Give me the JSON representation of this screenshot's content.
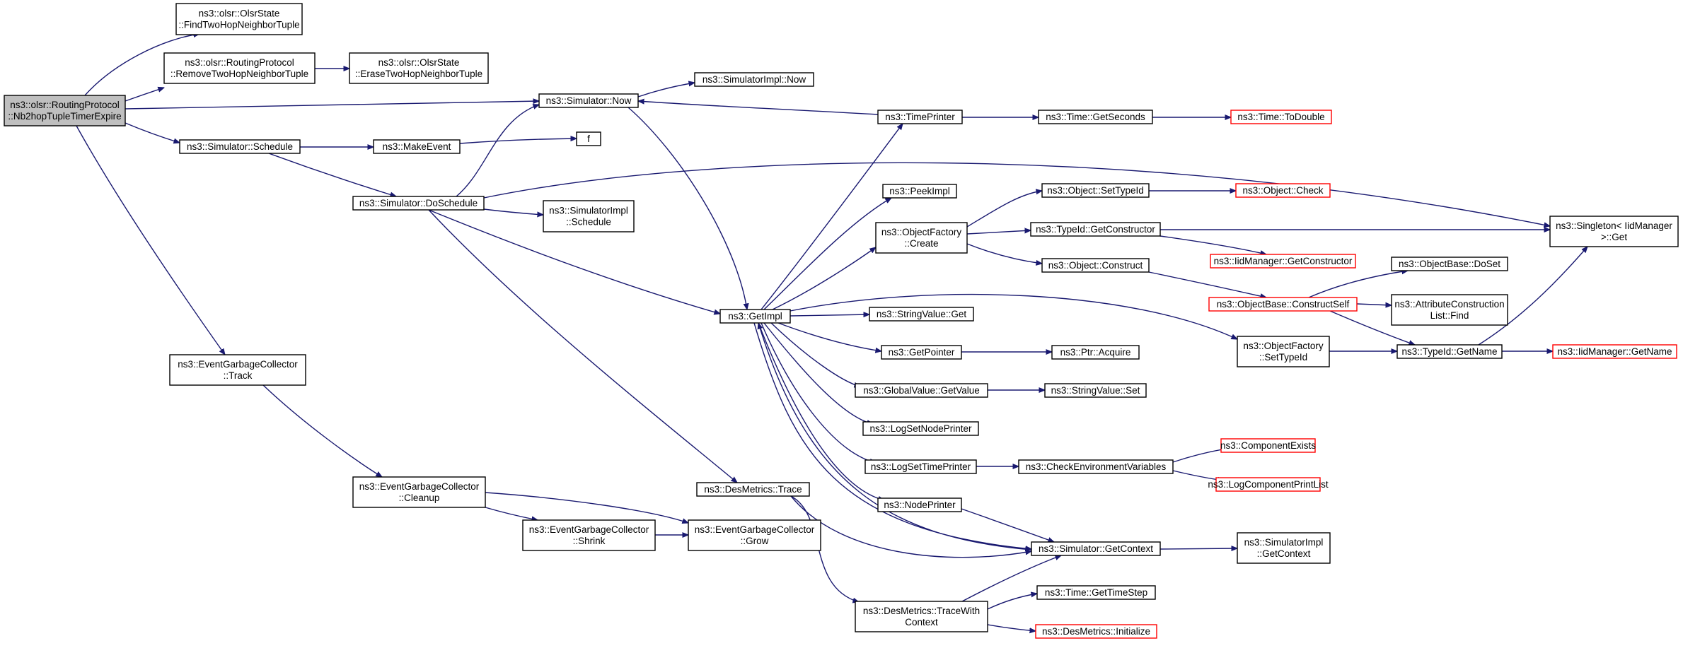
{
  "colors": {
    "edge": "#191970",
    "root_fill": "#bfbfbf",
    "red_border": "#ff0000",
    "border": "#000000"
  },
  "nodes": [
    {
      "id": "root",
      "lines": [
        "ns3::olsr::RoutingProtocol",
        "::Nb2hopTupleTimerExpire"
      ],
      "style": "root"
    },
    {
      "id": "findtwohop",
      "lines": [
        "ns3::olsr::OlsrState",
        "::FindTwoHopNeighborTuple"
      ]
    },
    {
      "id": "removetwohop",
      "lines": [
        "ns3::olsr::RoutingProtocol",
        "::RemoveTwoHopNeighborTuple"
      ]
    },
    {
      "id": "erasetwohop",
      "lines": [
        "ns3::olsr::OlsrState",
        "::EraseTwoHopNeighborTuple"
      ]
    },
    {
      "id": "simnow",
      "lines": [
        "ns3::Simulator::Now"
      ]
    },
    {
      "id": "simimplnow",
      "lines": [
        "ns3::SimulatorImpl::Now"
      ]
    },
    {
      "id": "simschedule",
      "lines": [
        "ns3::Simulator::Schedule"
      ]
    },
    {
      "id": "makeevent",
      "lines": [
        "ns3::MakeEvent"
      ]
    },
    {
      "id": "f",
      "lines": [
        "f"
      ]
    },
    {
      "id": "dosched",
      "lines": [
        "ns3::Simulator::DoSchedule"
      ]
    },
    {
      "id": "simimplsched",
      "lines": [
        "ns3::SimulatorImpl",
        "::Schedule"
      ]
    },
    {
      "id": "timeprinter",
      "lines": [
        "ns3::TimePrinter"
      ]
    },
    {
      "id": "getseconds",
      "lines": [
        "ns3::Time::GetSeconds"
      ]
    },
    {
      "id": "todouble",
      "lines": [
        "ns3::Time::ToDouble"
      ],
      "style": "red"
    },
    {
      "id": "peekimpl",
      "lines": [
        "ns3::PeekImpl"
      ]
    },
    {
      "id": "objfactcreate",
      "lines": [
        "ns3::ObjectFactory",
        "::Create"
      ]
    },
    {
      "id": "settypeid",
      "lines": [
        "ns3::Object::SetTypeId"
      ]
    },
    {
      "id": "objcheck",
      "lines": [
        "ns3::Object::Check"
      ],
      "style": "red"
    },
    {
      "id": "getconstructor",
      "lines": [
        "ns3::TypeId::GetConstructor"
      ]
    },
    {
      "id": "iidgetconstructor",
      "lines": [
        "ns3::IidManager::GetConstructor"
      ],
      "style": "red"
    },
    {
      "id": "singleton",
      "lines": [
        "ns3::Singleton< IidManager",
        ">::Get"
      ]
    },
    {
      "id": "objconstruct",
      "lines": [
        "ns3::Object::Construct"
      ]
    },
    {
      "id": "getimpl",
      "lines": [
        "ns3::GetImpl"
      ]
    },
    {
      "id": "stringvalueget",
      "lines": [
        "ns3::StringValue::Get"
      ]
    },
    {
      "id": "getpointer",
      "lines": [
        "ns3::GetPointer"
      ]
    },
    {
      "id": "ptracquire",
      "lines": [
        "ns3::Ptr::Acquire"
      ]
    },
    {
      "id": "globalgetvalue",
      "lines": [
        "ns3::GlobalValue::GetValue"
      ]
    },
    {
      "id": "stringvalueset",
      "lines": [
        "ns3::StringValue::Set"
      ]
    },
    {
      "id": "logsetnode",
      "lines": [
        "ns3::LogSetNodePrinter"
      ]
    },
    {
      "id": "logsettime",
      "lines": [
        "ns3::LogSetTimePrinter"
      ]
    },
    {
      "id": "checkenv",
      "lines": [
        "ns3::CheckEnvironmentVariables"
      ]
    },
    {
      "id": "compexists",
      "lines": [
        "ns3::ComponentExists"
      ],
      "style": "red"
    },
    {
      "id": "logcomplist",
      "lines": [
        "ns3::LogComponentPrintList"
      ],
      "style": "red"
    },
    {
      "id": "nodeprinter",
      "lines": [
        "ns3::NodePrinter"
      ]
    },
    {
      "id": "objbasedoset",
      "lines": [
        "ns3::ObjectBase::DoSet"
      ]
    },
    {
      "id": "constructself",
      "lines": [
        "ns3::ObjectBase::ConstructSelf"
      ],
      "style": "red"
    },
    {
      "id": "attrconstfind",
      "lines": [
        "ns3::AttributeConstruction",
        "List::Find"
      ]
    },
    {
      "id": "objfactsettypeid",
      "lines": [
        "ns3::ObjectFactory",
        "::SetTypeId"
      ]
    },
    {
      "id": "typeidgetname",
      "lines": [
        "ns3::TypeId::GetName"
      ]
    },
    {
      "id": "iidgetname",
      "lines": [
        "ns3::IidManager::GetName"
      ],
      "style": "red"
    },
    {
      "id": "egctrack",
      "lines": [
        "ns3::EventGarbageCollector",
        "::Track"
      ]
    },
    {
      "id": "egccleanup",
      "lines": [
        "ns3::EventGarbageCollector",
        "::Cleanup"
      ]
    },
    {
      "id": "egcshrink",
      "lines": [
        "ns3::EventGarbageCollector",
        "::Shrink"
      ]
    },
    {
      "id": "egcgrow",
      "lines": [
        "ns3::EventGarbageCollector",
        "::Grow"
      ]
    },
    {
      "id": "desmetricstrace",
      "lines": [
        "ns3::DesMetrics::Trace"
      ]
    },
    {
      "id": "simgetcontext",
      "lines": [
        "ns3::Simulator::GetContext"
      ]
    },
    {
      "id": "simimplgetcontext",
      "lines": [
        "ns3::SimulatorImpl",
        "::GetContext"
      ]
    },
    {
      "id": "tracewithcontext",
      "lines": [
        "ns3::DesMetrics::TraceWith",
        "Context"
      ]
    },
    {
      "id": "gettimestep",
      "lines": [
        "ns3::Time::GetTimeStep"
      ]
    },
    {
      "id": "desmetricsinit",
      "lines": [
        "ns3::DesMetrics::Initialize"
      ],
      "style": "red"
    }
  ],
  "edges": [
    {
      "from": "root",
      "to": "findtwohop"
    },
    {
      "from": "root",
      "to": "removetwohop"
    },
    {
      "from": "root",
      "to": "simnow"
    },
    {
      "from": "root",
      "to": "simschedule"
    },
    {
      "from": "root",
      "to": "egctrack"
    },
    {
      "from": "removetwohop",
      "to": "erasetwohop"
    },
    {
      "from": "simnow",
      "to": "simimplnow"
    },
    {
      "from": "simnow",
      "to": "getimpl"
    },
    {
      "from": "simschedule",
      "to": "makeevent"
    },
    {
      "from": "simschedule",
      "to": "dosched"
    },
    {
      "from": "makeevent",
      "to": "f"
    },
    {
      "from": "dosched",
      "to": "simnow"
    },
    {
      "from": "dosched",
      "to": "singleton"
    },
    {
      "from": "dosched",
      "to": "simimplsched"
    },
    {
      "from": "dosched",
      "to": "getimpl"
    },
    {
      "from": "dosched",
      "to": "desmetricstrace"
    },
    {
      "from": "timeprinter",
      "to": "simnow"
    },
    {
      "from": "timeprinter",
      "to": "getseconds"
    },
    {
      "from": "getseconds",
      "to": "todouble"
    },
    {
      "from": "getimpl",
      "to": "timeprinter"
    },
    {
      "from": "getimpl",
      "to": "peekimpl"
    },
    {
      "from": "getimpl",
      "to": "objfactcreate"
    },
    {
      "from": "getimpl",
      "to": "objfactsettypeid"
    },
    {
      "from": "getimpl",
      "to": "stringvalueget"
    },
    {
      "from": "getimpl",
      "to": "getpointer"
    },
    {
      "from": "getimpl",
      "to": "globalgetvalue"
    },
    {
      "from": "getimpl",
      "to": "logsetnode"
    },
    {
      "from": "getimpl",
      "to": "logsettime"
    },
    {
      "from": "getimpl",
      "to": "nodeprinter"
    },
    {
      "from": "getimpl",
      "to": "simgetcontext"
    },
    {
      "from": "objfactcreate",
      "to": "settypeid"
    },
    {
      "from": "objfactcreate",
      "to": "getconstructor"
    },
    {
      "from": "objfactcreate",
      "to": "objconstruct"
    },
    {
      "from": "settypeid",
      "to": "objcheck"
    },
    {
      "from": "getconstructor",
      "to": "singleton"
    },
    {
      "from": "getconstructor",
      "to": "iidgetconstructor"
    },
    {
      "from": "objconstruct",
      "to": "constructself"
    },
    {
      "from": "constructself",
      "to": "objbasedoset"
    },
    {
      "from": "constructself",
      "to": "attrconstfind"
    },
    {
      "from": "constructself",
      "to": "typeidgetname"
    },
    {
      "from": "objfactsettypeid",
      "to": "typeidgetname"
    },
    {
      "from": "typeidgetname",
      "to": "singleton"
    },
    {
      "from": "typeidgetname",
      "to": "iidgetname"
    },
    {
      "from": "getpointer",
      "to": "ptracquire"
    },
    {
      "from": "globalgetvalue",
      "to": "stringvalueset"
    },
    {
      "from": "logsettime",
      "to": "checkenv"
    },
    {
      "from": "checkenv",
      "to": "compexists"
    },
    {
      "from": "checkenv",
      "to": "logcomplist"
    },
    {
      "from": "nodeprinter",
      "to": "simgetcontext"
    },
    {
      "from": "simgetcontext",
      "to": "getimpl"
    },
    {
      "from": "simgetcontext",
      "to": "simimplgetcontext"
    },
    {
      "from": "egctrack",
      "to": "egccleanup"
    },
    {
      "from": "egccleanup",
      "to": "egcshrink"
    },
    {
      "from": "egccleanup",
      "to": "egcgrow"
    },
    {
      "from": "egcshrink",
      "to": "egcgrow"
    },
    {
      "from": "desmetricstrace",
      "to": "tracewithcontext"
    },
    {
      "from": "desmetricstrace",
      "to": "simgetcontext"
    },
    {
      "from": "tracewithcontext",
      "to": "simgetcontext"
    },
    {
      "from": "tracewithcontext",
      "to": "gettimestep"
    },
    {
      "from": "tracewithcontext",
      "to": "desmetricsinit"
    }
  ]
}
